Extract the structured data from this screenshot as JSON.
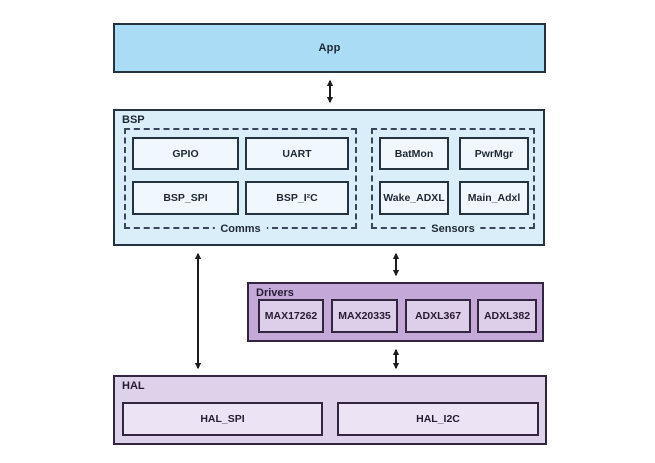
{
  "app_block": {
    "label": "App"
  },
  "bsp_block": {
    "label": "BSP",
    "comms_group": {
      "label": "Comms",
      "boxes": [
        "GPIO",
        "UART",
        "BSP_SPI",
        "BSP_I²C"
      ]
    },
    "sensors_group": {
      "label": "Sensors",
      "boxes": [
        "BatMon",
        "PwrMgr",
        "Wake_ADXL",
        "Main_Adxl"
      ]
    }
  },
  "drivers_block": {
    "label": "Drivers",
    "boxes": [
      "MAX17262",
      "MAX20335",
      "ADXL367",
      "ADXL382"
    ]
  },
  "hal_block": {
    "label": "HAL",
    "boxes": [
      "HAL_SPI",
      "HAL_I2C"
    ]
  },
  "connections": [
    {
      "from": "App",
      "to": "BSP",
      "type": "bidirectional"
    },
    {
      "from": "BSP",
      "to": "HAL",
      "type": "bidirectional"
    },
    {
      "from": "BSP",
      "to": "Drivers",
      "type": "bidirectional"
    },
    {
      "from": "Drivers",
      "to": "HAL",
      "type": "bidirectional"
    }
  ],
  "colors": {
    "app_fill": "#aadcf5",
    "bsp_fill": "#daeefa",
    "bsp_box_fill": "#f0f8fd",
    "blue_border": "#25323f",
    "dashed_border": "#39455a",
    "drivers_fill": "#c3a8d8",
    "drivers_box_fill": "#ddcfe9",
    "hal_fill": "#ddd2e9",
    "hal_box_fill": "#ece4f4",
    "purple_border": "#32253f",
    "arrow": "#1c1c1c"
  }
}
